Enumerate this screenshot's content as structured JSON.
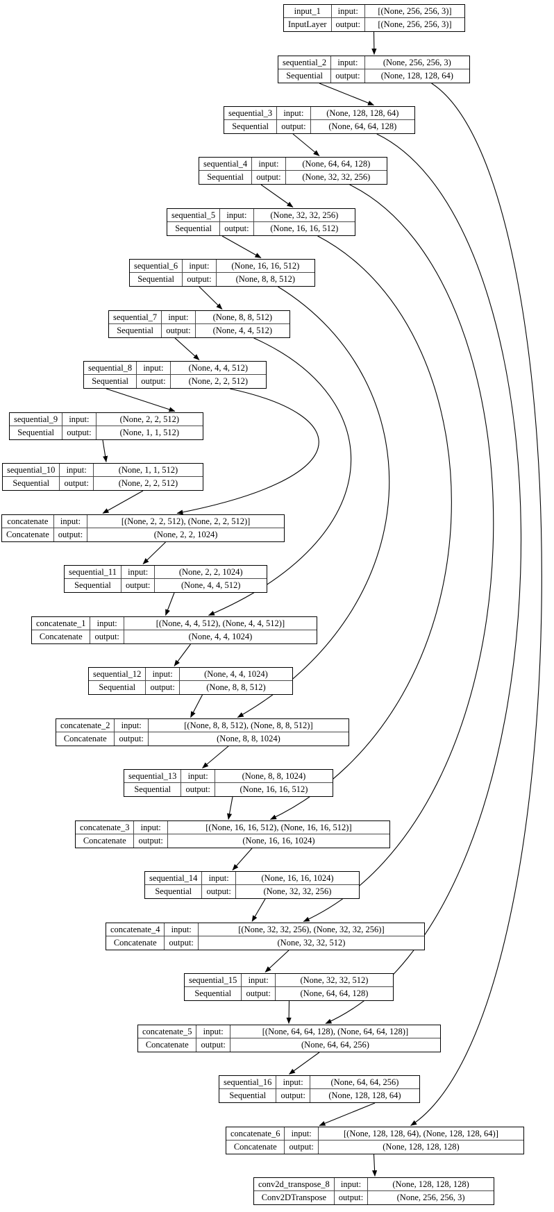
{
  "diagram": {
    "kind": "keras-model-plot",
    "labels": {
      "input": "input:",
      "output": "output:"
    },
    "colors": {
      "background": "#ffffff",
      "node_border": "#000000",
      "edge": "#000000",
      "text": "#000000"
    },
    "nodes": [
      {
        "name": "input_1",
        "type": "InputLayer",
        "input_shape": "[(None, 256, 256, 3)]",
        "output_shape": "[(None, 256, 256, 3)]"
      },
      {
        "name": "sequential_2",
        "type": "Sequential",
        "input_shape": "(None, 256, 256, 3)",
        "output_shape": "(None, 128, 128, 64)"
      },
      {
        "name": "sequential_3",
        "type": "Sequential",
        "input_shape": "(None, 128, 128, 64)",
        "output_shape": "(None, 64, 64, 128)"
      },
      {
        "name": "sequential_4",
        "type": "Sequential",
        "input_shape": "(None, 64, 64, 128)",
        "output_shape": "(None, 32, 32, 256)"
      },
      {
        "name": "sequential_5",
        "type": "Sequential",
        "input_shape": "(None, 32, 32, 256)",
        "output_shape": "(None, 16, 16, 512)"
      },
      {
        "name": "sequential_6",
        "type": "Sequential",
        "input_shape": "(None, 16, 16, 512)",
        "output_shape": "(None, 8, 8, 512)"
      },
      {
        "name": "sequential_7",
        "type": "Sequential",
        "input_shape": "(None, 8, 8, 512)",
        "output_shape": "(None, 4, 4, 512)"
      },
      {
        "name": "sequential_8",
        "type": "Sequential",
        "input_shape": "(None, 4, 4, 512)",
        "output_shape": "(None, 2, 2, 512)"
      },
      {
        "name": "sequential_9",
        "type": "Sequential",
        "input_shape": "(None, 2, 2, 512)",
        "output_shape": "(None, 1, 1, 512)"
      },
      {
        "name": "sequential_10",
        "type": "Sequential",
        "input_shape": "(None, 1, 1, 512)",
        "output_shape": "(None, 2, 2, 512)"
      },
      {
        "name": "concatenate",
        "type": "Concatenate",
        "input_shape": "[(None, 2, 2, 512), (None, 2, 2, 512)]",
        "output_shape": "(None, 2, 2, 1024)"
      },
      {
        "name": "sequential_11",
        "type": "Sequential",
        "input_shape": "(None, 2, 2, 1024)",
        "output_shape": "(None, 4, 4, 512)"
      },
      {
        "name": "concatenate_1",
        "type": "Concatenate",
        "input_shape": "[(None, 4, 4, 512), (None, 4, 4, 512)]",
        "output_shape": "(None, 4, 4, 1024)"
      },
      {
        "name": "sequential_12",
        "type": "Sequential",
        "input_shape": "(None, 4, 4, 1024)",
        "output_shape": "(None, 8, 8, 512)"
      },
      {
        "name": "concatenate_2",
        "type": "Concatenate",
        "input_shape": "[(None, 8, 8, 512), (None, 8, 8, 512)]",
        "output_shape": "(None, 8, 8, 1024)"
      },
      {
        "name": "sequential_13",
        "type": "Sequential",
        "input_shape": "(None, 8, 8, 1024)",
        "output_shape": "(None, 16, 16, 512)"
      },
      {
        "name": "concatenate_3",
        "type": "Concatenate",
        "input_shape": "[(None, 16, 16, 512), (None, 16, 16, 512)]",
        "output_shape": "(None, 16, 16, 1024)"
      },
      {
        "name": "sequential_14",
        "type": "Sequential",
        "input_shape": "(None, 16, 16, 1024)",
        "output_shape": "(None, 32, 32, 256)"
      },
      {
        "name": "concatenate_4",
        "type": "Concatenate",
        "input_shape": "[(None, 32, 32, 256), (None, 32, 32, 256)]",
        "output_shape": "(None, 32, 32, 512)"
      },
      {
        "name": "sequential_15",
        "type": "Sequential",
        "input_shape": "(None, 32, 32, 512)",
        "output_shape": "(None, 64, 64, 128)"
      },
      {
        "name": "concatenate_5",
        "type": "Concatenate",
        "input_shape": "[(None, 64, 64, 128), (None, 64, 64, 128)]",
        "output_shape": "(None, 64, 64, 256)"
      },
      {
        "name": "sequential_16",
        "type": "Sequential",
        "input_shape": "(None, 64, 64, 256)",
        "output_shape": "(None, 128, 128, 64)"
      },
      {
        "name": "concatenate_6",
        "type": "Concatenate",
        "input_shape": "[(None, 128, 128, 64), (None, 128, 128, 64)]",
        "output_shape": "(None, 128, 128, 128)"
      },
      {
        "name": "conv2d_transpose_8",
        "type": "Conv2DTranspose",
        "input_shape": "(None, 128, 128, 128)",
        "output_shape": "(None, 256, 256, 3)"
      }
    ],
    "edges": [
      {
        "from": "input_1",
        "to": "sequential_2",
        "kind": "main"
      },
      {
        "from": "sequential_2",
        "to": "sequential_3",
        "kind": "main"
      },
      {
        "from": "sequential_3",
        "to": "sequential_4",
        "kind": "main"
      },
      {
        "from": "sequential_4",
        "to": "sequential_5",
        "kind": "main"
      },
      {
        "from": "sequential_5",
        "to": "sequential_6",
        "kind": "main"
      },
      {
        "from": "sequential_6",
        "to": "sequential_7",
        "kind": "main"
      },
      {
        "from": "sequential_7",
        "to": "sequential_8",
        "kind": "main"
      },
      {
        "from": "sequential_8",
        "to": "sequential_9",
        "kind": "main"
      },
      {
        "from": "sequential_9",
        "to": "sequential_10",
        "kind": "main"
      },
      {
        "from": "sequential_10",
        "to": "concatenate",
        "kind": "main"
      },
      {
        "from": "concatenate",
        "to": "sequential_11",
        "kind": "main"
      },
      {
        "from": "sequential_11",
        "to": "concatenate_1",
        "kind": "main"
      },
      {
        "from": "concatenate_1",
        "to": "sequential_12",
        "kind": "main"
      },
      {
        "from": "sequential_12",
        "to": "concatenate_2",
        "kind": "main"
      },
      {
        "from": "concatenate_2",
        "to": "sequential_13",
        "kind": "main"
      },
      {
        "from": "sequential_13",
        "to": "concatenate_3",
        "kind": "main"
      },
      {
        "from": "concatenate_3",
        "to": "sequential_14",
        "kind": "main"
      },
      {
        "from": "sequential_14",
        "to": "concatenate_4",
        "kind": "main"
      },
      {
        "from": "concatenate_4",
        "to": "sequential_15",
        "kind": "main"
      },
      {
        "from": "sequential_15",
        "to": "concatenate_5",
        "kind": "main"
      },
      {
        "from": "concatenate_5",
        "to": "sequential_16",
        "kind": "main"
      },
      {
        "from": "sequential_16",
        "to": "concatenate_6",
        "kind": "main"
      },
      {
        "from": "concatenate_6",
        "to": "conv2d_transpose_8",
        "kind": "main"
      },
      {
        "from": "sequential_8",
        "to": "concatenate",
        "kind": "skip"
      },
      {
        "from": "sequential_7",
        "to": "concatenate_1",
        "kind": "skip"
      },
      {
        "from": "sequential_6",
        "to": "concatenate_2",
        "kind": "skip"
      },
      {
        "from": "sequential_5",
        "to": "concatenate_3",
        "kind": "skip"
      },
      {
        "from": "sequential_4",
        "to": "concatenate_4",
        "kind": "skip"
      },
      {
        "from": "sequential_3",
        "to": "concatenate_5",
        "kind": "skip"
      },
      {
        "from": "sequential_2",
        "to": "concatenate_6",
        "kind": "skip"
      }
    ]
  }
}
